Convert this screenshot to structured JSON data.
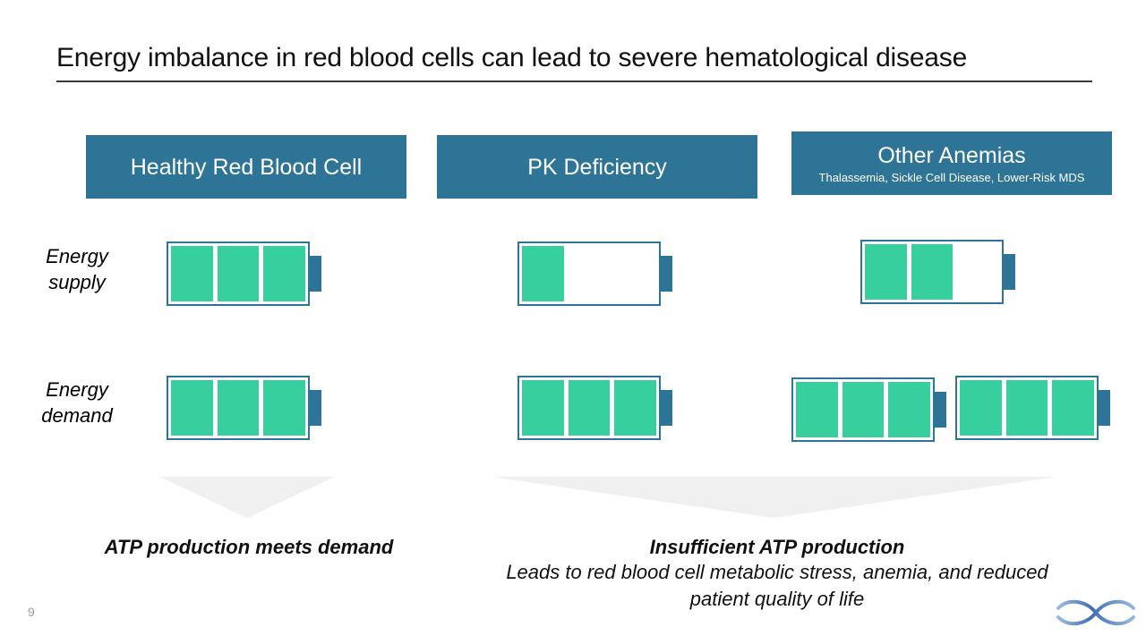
{
  "slide": {
    "title": "Energy imbalance in red blood cells can lead to severe hematological disease",
    "page_number": "9",
    "logo_name": "company-swoosh-logo",
    "colors": {
      "header_blue": "#2e7496",
      "battery_green": "#38cf9e",
      "arrow_gray": "#f0f0f0",
      "title_text": "#111111",
      "page_number_text": "#9a9a9a"
    }
  },
  "columns": [
    {
      "id": "healthy",
      "title": "Healthy Red Blood Cell",
      "subtitle": ""
    },
    {
      "id": "pk",
      "title": "PK Deficiency",
      "subtitle": ""
    },
    {
      "id": "other",
      "title": "Other Anemias",
      "subtitle": "Thalassemia, Sickle Cell Disease, Lower-Risk MDS"
    }
  ],
  "rows": [
    {
      "id": "supply",
      "label_line1": "Energy",
      "label_line2": "supply"
    },
    {
      "id": "demand",
      "label_line1": "Energy",
      "label_line2": "demand"
    }
  ],
  "batteries": {
    "supply": {
      "healthy": [
        {
          "segments": 3,
          "filled": 3
        }
      ],
      "pk": [
        {
          "segments": 3,
          "filled": 1
        }
      ],
      "other": [
        {
          "segments": 3,
          "filled": 2
        }
      ]
    },
    "demand": {
      "healthy": [
        {
          "segments": 3,
          "filled": 3
        }
      ],
      "pk": [
        {
          "segments": 3,
          "filled": 3
        }
      ],
      "other": [
        {
          "segments": 3,
          "filled": 3
        },
        {
          "segments": 3,
          "filled": 3
        }
      ]
    }
  },
  "conclusions": {
    "left": {
      "headline": "ATP production meets demand",
      "detail": ""
    },
    "right": {
      "headline": "Insufficient ATP production",
      "detail": "Leads to red blood cell metabolic stress, anemia, and reduced patient quality of life"
    }
  }
}
